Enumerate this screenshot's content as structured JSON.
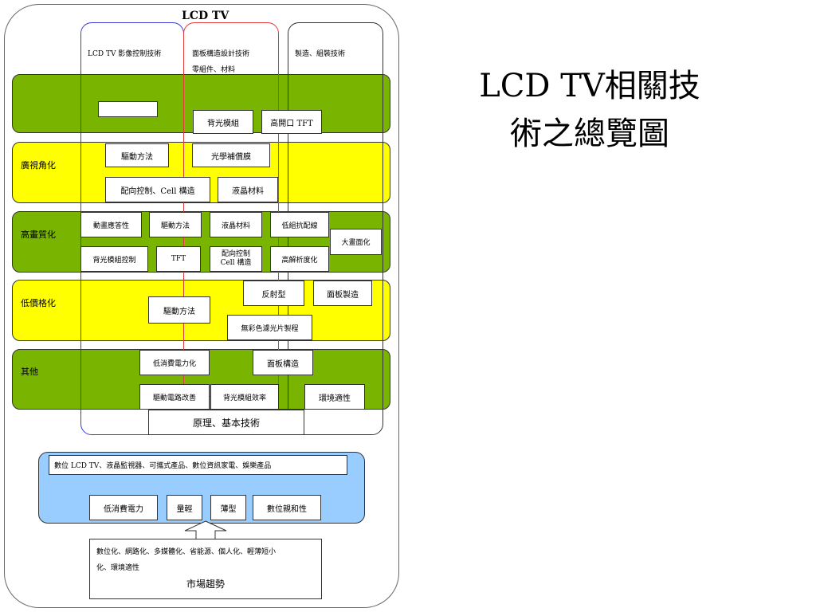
{
  "diagram_title": "LCD TV",
  "slide_title": [
    "LCD TV相關技",
    "術之總覽圖"
  ],
  "columns": [
    "LCD TV 影像控制技術",
    "面板構造設計技術",
    "零組件、材料",
    "製造、組裝技術"
  ],
  "rows": {
    "row1": {
      "label": "",
      "boxes": [
        "",
        "背光模組",
        "高開口 TFT"
      ]
    },
    "row2": {
      "label": "廣視角化",
      "boxes": [
        "驅動方法",
        "光學補償膜",
        "配向控制、Cell 構造",
        "液晶材料"
      ]
    },
    "row3": {
      "label": "高畫質化",
      "boxes": [
        "動畫應答性",
        "驅動方法",
        "液晶材料",
        "低組抗配線",
        "大畫面化",
        "背光模組控制",
        "TFT",
        "配向控制",
        "Cell 構造",
        "高解析度化"
      ]
    },
    "row4": {
      "label": "低價格化",
      "boxes": [
        "反射型",
        "面板製造",
        "驅動方法",
        "無彩色濾光片製程"
      ]
    },
    "row5": {
      "label": "其他",
      "boxes": [
        "低消費電力化",
        "面板構造",
        "驅動電路改善",
        "背光模組效率",
        "環境適性"
      ]
    }
  },
  "base_tech": "原理、基本技術",
  "products": {
    "line": "數位 LCD TV、液晶監視器、可攜式產品、數位資訊家電、娛樂產品",
    "features": [
      "低消費電力",
      "量輕",
      "薄型",
      "數位親和性"
    ]
  },
  "market": {
    "trends_line1": "數位化、網路化、多媒體化、省能源、個人化、輕薄短小",
    "trends_line2": "化、環境適性",
    "title": "市場趨勢"
  },
  "colors": {
    "green": "#79b500",
    "yellow": "#ffff00",
    "blue": "#99ccff",
    "blue_border": "#3a3ad6",
    "red_border": "#e03b3b"
  }
}
